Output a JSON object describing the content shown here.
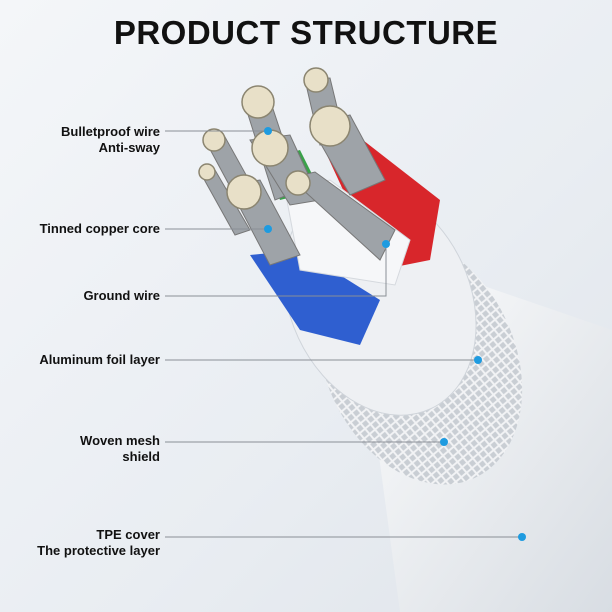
{
  "title": "PRODUCT STRUCTURE",
  "labels": [
    {
      "line1": "Bulletproof wire",
      "line2": "Anti-sway"
    },
    {
      "line1": "Tinned copper core"
    },
    {
      "line1": "Ground wire"
    },
    {
      "line1": "Aluminum foil layer"
    },
    {
      "line1": "Woven mesh",
      "line2": "shield"
    },
    {
      "line1": "TPE cover",
      "line2": "The protective layer"
    }
  ],
  "colors": {
    "dot": "#1e9be0",
    "red_wire": "#d8262b",
    "blue_wire": "#2f5fd0",
    "green_wire": "#3aa14a",
    "copper": "#d9d0b8"
  }
}
